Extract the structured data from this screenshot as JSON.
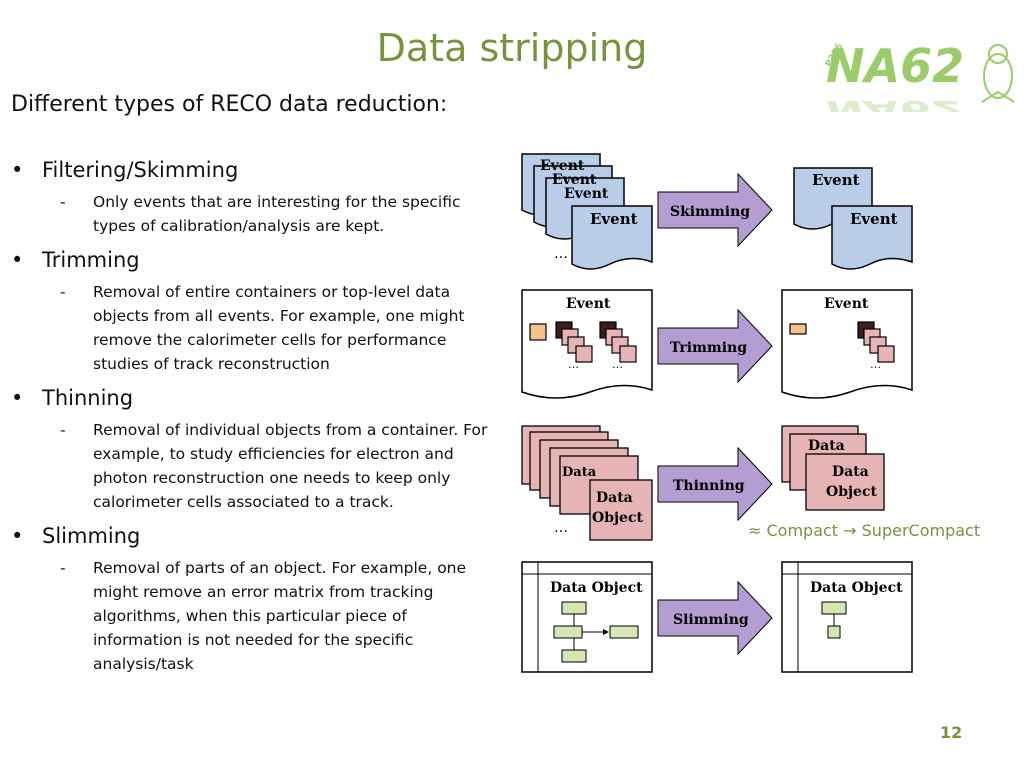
{
  "title": "Data stripping",
  "subtitle": "Different types of RECO data reduction:",
  "logo": {
    "text": "NA62",
    "side_text": "P326",
    "icon": "penguin-icon",
    "color": "#9acd6a"
  },
  "bullets": [
    {
      "label": "Filtering/Skimming",
      "detail": "Only events that are interesting for the specific types of calibration/analysis are kept."
    },
    {
      "label": "Trimming",
      "detail": "Removal of entire containers or top-level data objects from all events. For example, one might remove the calorimeter cells for performance studies of track reconstruction"
    },
    {
      "label": "Thinning",
      "detail": "Removal of individual objects from a container. For example, to study efficiencies for electron and photon reconstruction one needs to keep only calorimeter cells associated to a track."
    },
    {
      "label": "Slimming",
      "detail": "Removal of parts of an object. For example, one might remove an error matrix from tracking algorithms, when this particular piece of information is not needed for the specific analysis/task"
    }
  ],
  "diagram": {
    "event_label": "Event",
    "data_label": "Data",
    "object_label": "Object",
    "data_object_label": "Data Object",
    "ellipsis": "…",
    "arrows": [
      "Skimming",
      "Trimming",
      "Thinning",
      "Slimming"
    ],
    "colors": {
      "event": "#b9cde8",
      "arrow": "#b39dd2",
      "data": "#e6b4b4",
      "box": "#d5e6b6",
      "cell": "#f4c08c"
    }
  },
  "caption": "≈ Compact → SuperCompact",
  "page_number": "12"
}
